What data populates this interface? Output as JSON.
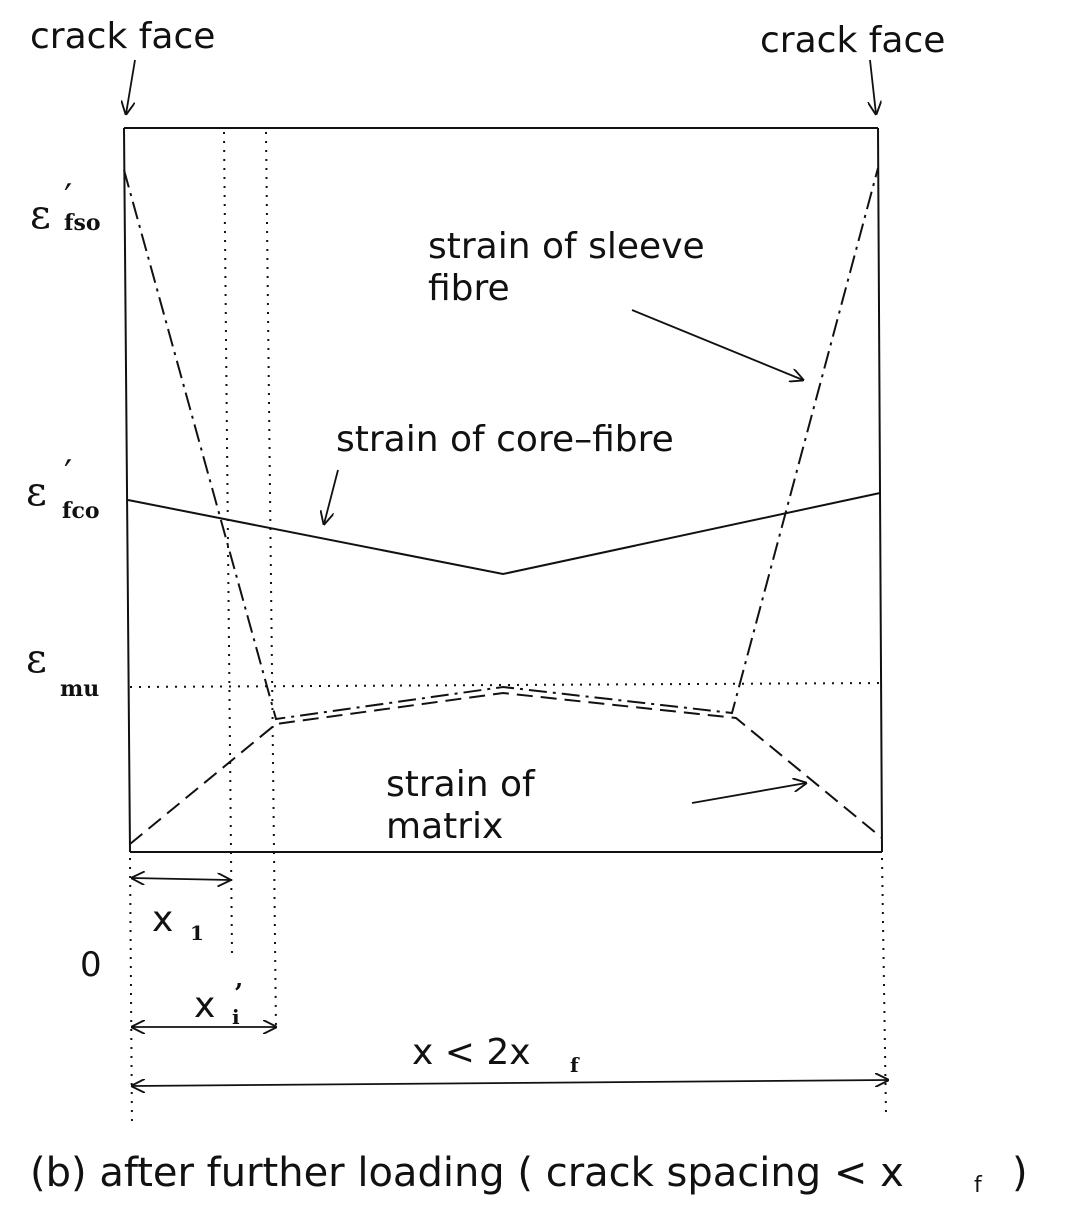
{
  "crack_face_left": "crack face",
  "crack_face_right": "crack face",
  "y_axis": {
    "eps_fso": {
      "symbol": "ε",
      "prime": "′",
      "sub": "fso"
    },
    "eps_fco": {
      "symbol": "ε",
      "prime": "′",
      "sub": "fco"
    },
    "eps_mu": {
      "symbol": "ε",
      "sub": "mu"
    },
    "zero": "0"
  },
  "labels": {
    "sleeve_line1": "strain of sleeve",
    "sleeve_line2": "fibre",
    "core": "strain of core–fibre",
    "matrix_line1": "strain of",
    "matrix_line2": "matrix"
  },
  "dims": {
    "x1": {
      "base": "x",
      "sub": "1"
    },
    "x1p": {
      "base": "x",
      "sub": "i",
      "prime": "’"
    },
    "span": {
      "base": "x < 2x",
      "sub": "f"
    }
  },
  "caption": {
    "text": "(b) after further loading ( crack spacing < x",
    "sub": "f",
    "close": ")"
  }
}
